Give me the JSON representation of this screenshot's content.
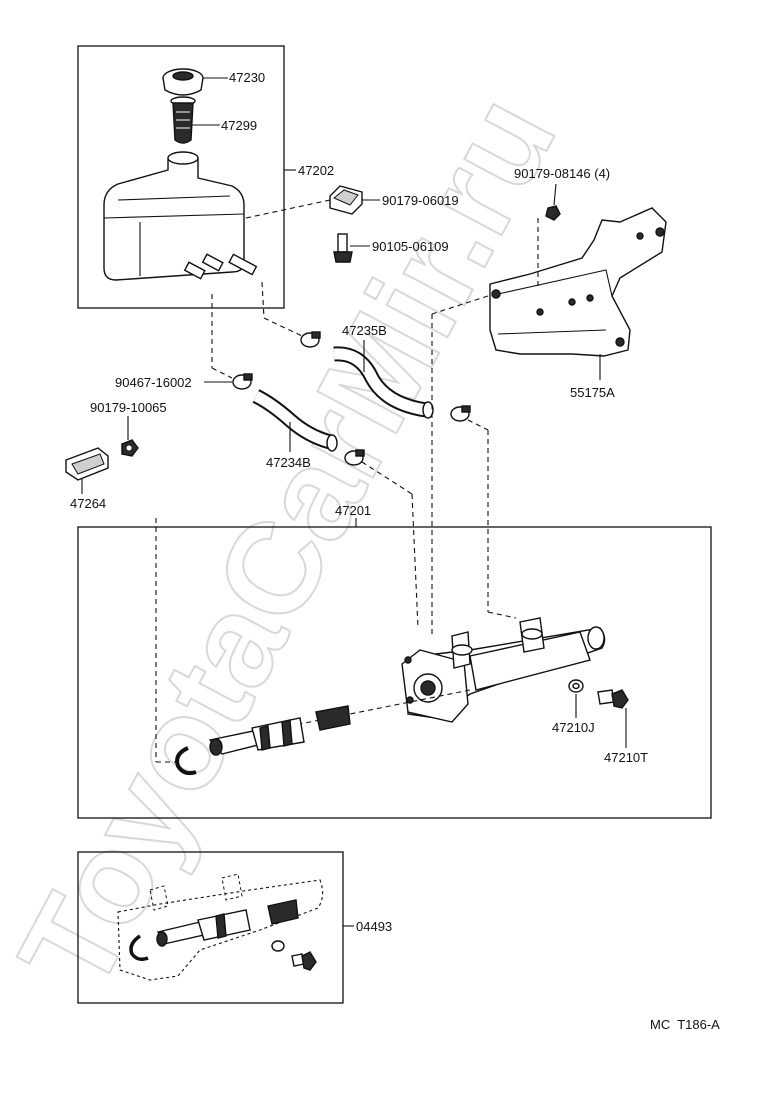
{
  "watermark": "ToyotaCarMir.ru",
  "labels": {
    "p47230": "47230",
    "p47299": "47299",
    "p47202": "47202",
    "p90179_06019": "90179-06019",
    "p90105_06109": "90105-06109",
    "p90179_08146": "90179-08146 (4)",
    "p55175A": "55175A",
    "p47235B": "47235B",
    "p90467_16002": "90467-16002",
    "p90179_10065": "90179-10065",
    "p47264": "47264",
    "p47234B": "47234B",
    "p47201": "47201",
    "p47210J": "47210J",
    "p47210T": "47210T",
    "p04493": "04493"
  },
  "footer_code": "MC  T186-A"
}
